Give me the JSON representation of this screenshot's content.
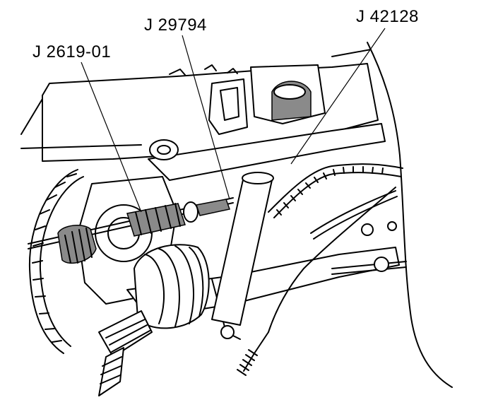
{
  "figure": {
    "labels": {
      "tool_a": "J 2619-01",
      "tool_b": "J 29794",
      "tool_c": "J 42128"
    }
  },
  "colors": {
    "ink": "#000000",
    "paper": "#ffffff"
  }
}
